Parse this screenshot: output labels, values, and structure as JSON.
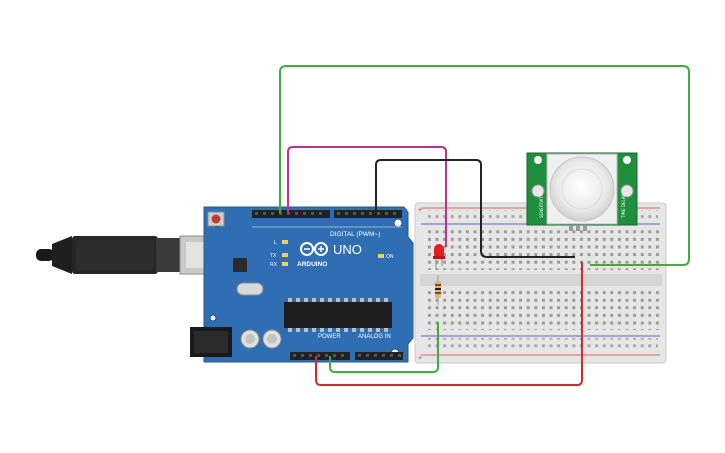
{
  "board": {
    "brand": "ARDUINO",
    "model": "UNO",
    "digital_label": "DIGITAL (PWM~)",
    "power_label": "POWER",
    "analog_label": "ANALOG IN",
    "led_labels": [
      "L",
      "TX",
      "RX"
    ],
    "on_label": "ON",
    "colors": {
      "pcb": "#2f6eb3",
      "header": "#222222"
    }
  },
  "sensor": {
    "label_left": "SENSITIVITY",
    "label_right": "TIME DELAY",
    "color": "#1f8f3d"
  },
  "breadboard": {
    "color": "#e6e6e6",
    "rail_positive": "+",
    "rail_negative": "-"
  },
  "wires": {
    "green": "#3fae3f",
    "magenta": "#b8338f",
    "black": "#222222",
    "red": "#d22a2a"
  }
}
